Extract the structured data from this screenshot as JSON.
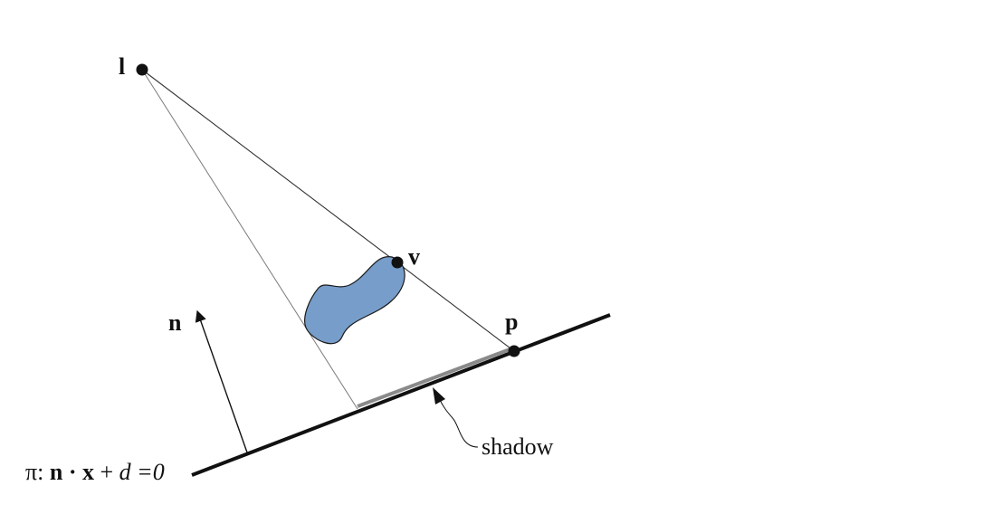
{
  "labels": {
    "light": "l",
    "vertex": "v",
    "projected_point": "p",
    "normal": "n",
    "shadow": "shadow",
    "plane": {
      "prefix": "π: ",
      "n": "n",
      "dot": "·",
      "x": "x",
      "plus": "+",
      "d": "d",
      "eq": "=0"
    }
  },
  "colors": {
    "occluder_fill": "#779dca",
    "shadow_segment": "#8a8a8a",
    "line": "#1a1a1a",
    "plane": "#111111"
  }
}
